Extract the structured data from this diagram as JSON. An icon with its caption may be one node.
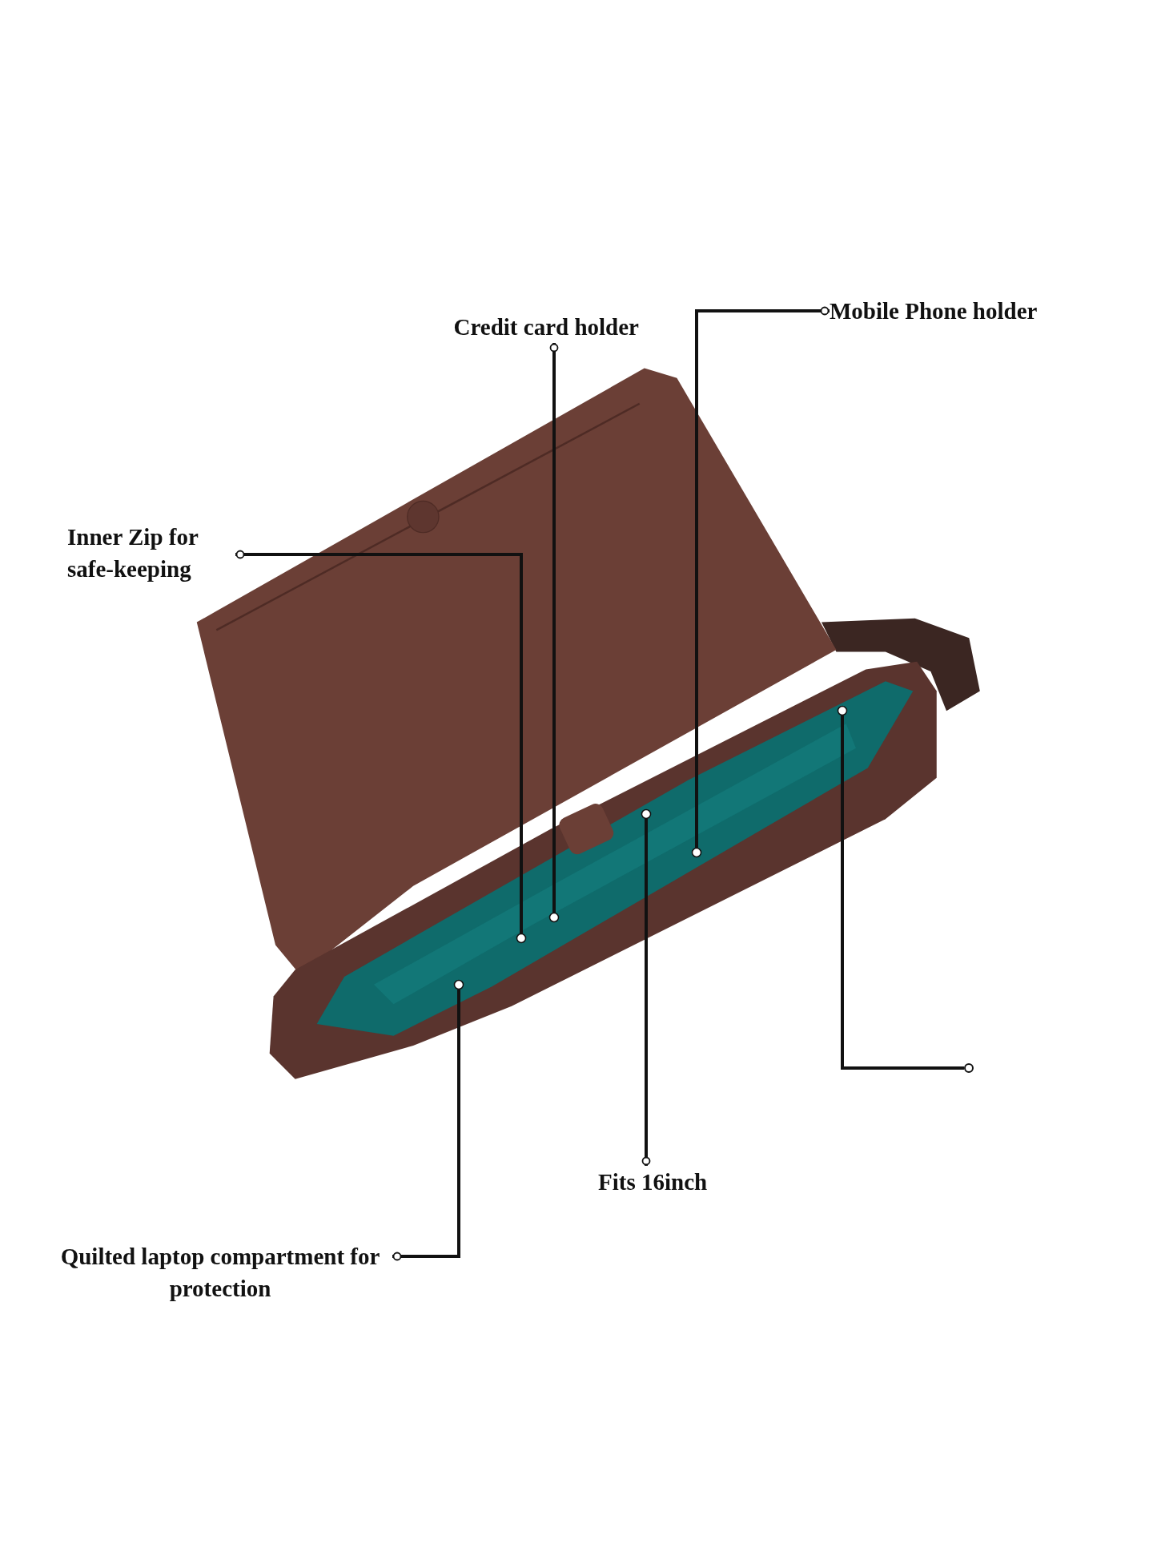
{
  "diagram": {
    "nodes": [
      {
        "text": [
          "Credit card holder"
        ]
      },
      {
        "text": [
          "Mobile Phone holder"
        ]
      },
      {
        "text": [
          "Inner Zip for safe-keeping"
        ]
      },
      {
        "text": [],
        "shape": "circle"
      },
      {
        "text": [
          "Fits 16inch"
        ]
      },
      {
        "text": [
          "Quilted laptop compartment for protection"
        ]
      }
    ],
    "edges": [
      {
        "from": 0,
        "to": null,
        "arrow": "other"
      },
      {
        "from": 1,
        "to": null,
        "arrow": "other"
      },
      {
        "from": 2,
        "to": null,
        "arrow": "other"
      },
      {
        "from": 3,
        "to": null,
        "arrow": "other"
      },
      {
        "from": 4,
        "to": null,
        "arrow": "other"
      },
      {
        "from": 5,
        "to": null,
        "arrow": "other"
      }
    ]
  }
}
